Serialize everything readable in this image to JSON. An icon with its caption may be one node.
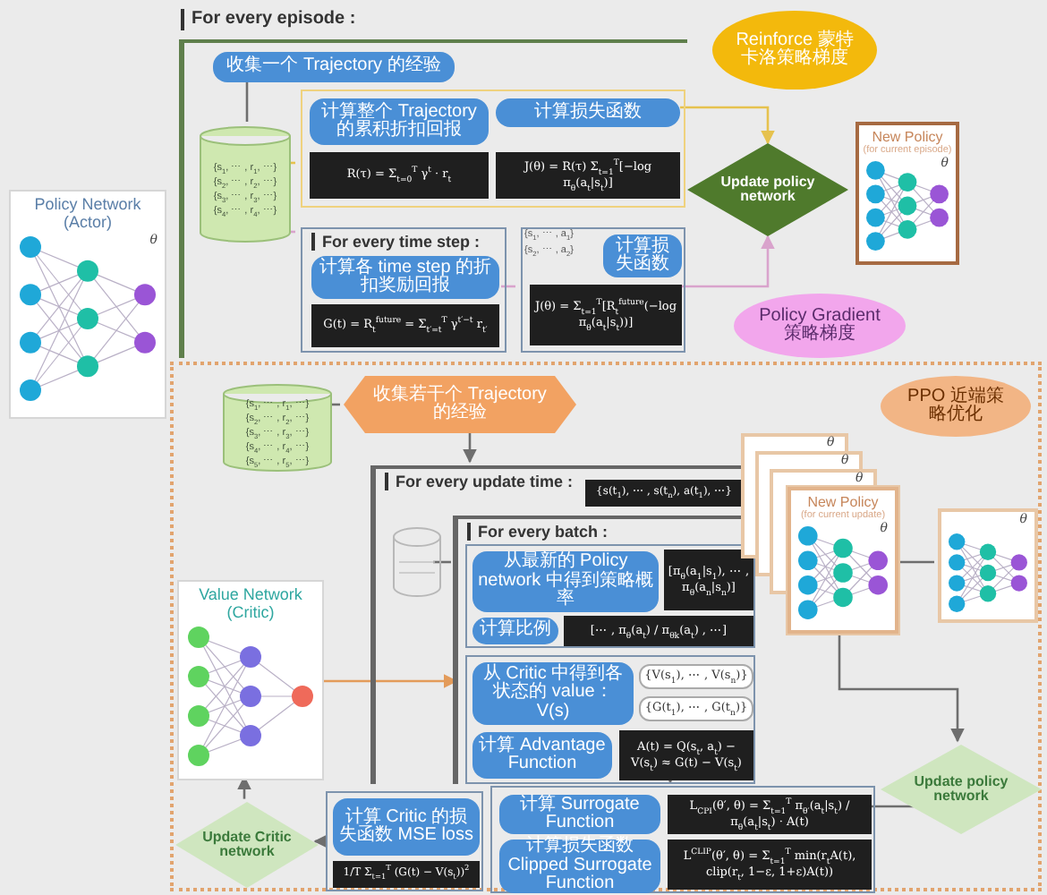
{
  "diagram": {
    "nodes": [
      {
        "text": [
          "For every episode :"
        ]
      },
      {
        "text": [
          "收集一个 Trajectory 的经验"
        ],
        "in": 0
      },
      {
        "text": [
          "{s$_{1}$, ⋯ , r$_{1}$, ⋯}",
          "{s$_{2}$, ⋯ , r$_{2}$, ⋯}",
          "{s$_{3}$, ⋯ , r$_{3}$, ⋯}",
          "{s$_{4}$, ⋯ , r$_{4}$, ⋯}"
        ],
        "in": 0
      },
      {
        "text": [],
        "shape": "box",
        "in": 0
      },
      {
        "text": [
          "计算整个 Trajectory 的累积折扣回报"
        ],
        "in": 3
      },
      {
        "text": [
          "R(τ) = Σ$_{t=0}$$^{T}$ γ$^{t}$ · r$_{t}$"
        ],
        "in": 3
      },
      {
        "text": [
          "计算损失函数"
        ],
        "in": 3
      },
      {
        "text": [
          "J(θ) = R(τ) Σ$_{t=1}$$^{T}$[−log π$_{θ}$(a$_{t}$|s$_{t}$)]"
        ],
        "in": 3
      },
      {
        "text": [
          "Update policy network"
        ]
      },
      {
        "text": [
          "Reinforce 蒙特卡洛策略梯度"
        ]
      },
      {
        "text": [
          "New Policy",
          "(for current episode)",
          "θ"
        ]
      },
      {
        "text": [
          "For every time step :"
        ],
        "in": 0
      },
      {
        "text": [
          "计算各 time step 的折扣奖励回报"
        ],
        "in": 11
      },
      {
        "text": [
          "G(t) = R$_{t}$$^{future}$ = Σ$_{t′=t}$$^{T}$ γ$^{t′−t}$ r$_{t′}$"
        ],
        "in": 11
      },
      {
        "text": [],
        "shape": "box",
        "in": 0
      },
      {
        "text": [
          "计算损失函数"
        ],
        "in": 14
      },
      {
        "text": [
          "J(θ) = Σ$_{t=1}$$^{T}$[R$_{t}$$^{future}$(−log π$_{θ}$(a$_{t}$|s$_{t}$))]"
        ],
        "in": 14
      },
      {
        "text": [
          "Policy Gradient 策略梯度"
        ]
      },
      {
        "text": [
          "Policy Network (Actor)",
          "θ"
        ]
      },
      {
        "text": [],
        "shape": "box"
      },
      {
        "text": [
          "PPO 近端策略优化"
        ],
        "in": 19
      },
      {
        "text": [
          "{s$_{1}$, ⋯ , r$_{1}$, ⋯}",
          "{s$_{2}$, ⋯ , r$_{2}$, ⋯}",
          "{s$_{3}$, ⋯ , r$_{3}$, ⋯}",
          "{s$_{4}$, ⋯ , r$_{4}$, ⋯}",
          "{s$_{5}$, ⋯ , r$_{5}$, ⋯}"
        ],
        "in": 19
      },
      {
        "text": [
          "收集若干个 Trajectory 的经验"
        ],
        "in": 19
      },
      {
        "text": [
          "For every update time :"
        ],
        "in": 19
      },
      {
        "text": [],
        "shape": "cylinder",
        "in": 23
      },
      {
        "text": [
          "{s(t$_{1}$), ⋯ , s(t$_{n}$), a(t$_{1}$), ⋯}"
        ],
        "in": 23
      },
      {
        "text": [
          "For every batch :"
        ],
        "in": 23
      },
      {
        "text": [],
        "shape": "box",
        "in": 26
      },
      {
        "text": [
          "从最新的 Policy network 中得到策略概率"
        ],
        "in": 27
      },
      {
        "text": [
          "[π$_{θ}$(a$_{1}$|s$_{1}$), ⋯ , π$_{θ}$(a$_{n}$|s$_{n}$)]"
        ],
        "in": 27
      },
      {
        "text": [
          "计算比例"
        ],
        "in": 27
      },
      {
        "text": [
          "[⋯ , π$_{θ}$(a$_{t}$) / π$_{θk}$(a$_{t}$) , ⋯]"
        ],
        "in": 27
      },
      {
        "text": [],
        "shape": "box",
        "in": 26
      },
      {
        "text": [
          "从 Critic 中得到各状态的 value：V(s)"
        ],
        "in": 32
      },
      {
        "text": [
          "{V(s$_{1}$), ⋯ , V(s$_{n}$)}"
        ],
        "in": 32
      },
      {
        "text": [
          "{G(t$_{1}$), ⋯ , G(t$_{n}$)}"
        ],
        "in": 32
      },
      {
        "text": [
          "计算 Advantage Function"
        ],
        "in": 32
      },
      {
        "text": [
          "A(t) = Q(s$_{t}$, a$_{t}$) − V(s$_{t}$) ≈ G(t) − V(s$_{t}$)"
        ],
        "in": 32
      },
      {
        "text": [],
        "shape": "box",
        "in": 19
      },
      {
        "text": [
          "计算 Surrogate Function"
        ],
        "in": 38
      },
      {
        "text": [
          "L$_{CPI}$(θ′, θ) = Σ$_{t=1}$$^{T}$ π$_{θ′}$(a$_{t}$|s$_{t}$) / π$_{θ}$(a$_{t}$|s$_{t}$) · A(t)"
        ],
        "in": 38
      },
      {
        "text": [
          "计算损失函数 Clipped Surrogate Function"
        ],
        "in": 38
      },
      {
        "text": [
          "L$^{CLIP}$(θ′, θ) = Σ$_{t=1}$$^{T}$ min(r$_{t}$A(t), clip(r$_{t}$, 1−ε, 1+ε)A(t))"
        ],
        "in": 38
      },
      {
        "text": [],
        "shape": "box",
        "in": 19
      },
      {
        "text": [
          "计算 Critic 的损失函数 MSE loss"
        ],
        "in": 43
      },
      {
        "text": [
          "1/T Σ$_{t=1}$$^{T}$ (G(t) − V(s$_{t}$))$^{2}$"
        ],
        "in": 43
      },
      {
        "text": [
          "Value Network (Critic)"
        ],
        "in": 19
      },
      {
        "text": [
          "Update Critic network"
        ],
        "in": 19
      },
      {
        "text": [
          "θ",
          "θ",
          "θ"
        ],
        "in": 19
      },
      {
        "text": [
          "New Policy",
          "(for current update)",
          "θ"
        ],
        "in": 48
      },
      {
        "text": [
          "θ"
        ],
        "in": 19
      },
      {
        "text": [
          "Update policy network"
        ],
        "in": 19
      }
    ],
    "edges": [
      {
        "from": 1,
        "to": 2,
        "arrow": "none"
      },
      {
        "from": 2,
        "to": 3,
        "arrow": "none",
        "color": "#e6c24e"
      },
      {
        "from": 2,
        "to": 11,
        "arrow": "none",
        "color": "#d9a3cc"
      },
      {
        "from": 3,
        "to": 8,
        "arrow": "to",
        "color": "#e6c24e"
      },
      {
        "from": 14,
        "to": 8,
        "arrow": "to",
        "color": "#d9a3cc"
      },
      {
        "from": 11,
        "to": 14,
        "arrow": "none",
        "color": "#d9a3cc"
      },
      {
        "from": 21,
        "to": 22,
        "arrow": "none"
      },
      {
        "from": 22,
        "to": 23,
        "arrow": "to"
      },
      {
        "from": 46,
        "to": 33,
        "arrow": "to",
        "color": "#e39b5a"
      },
      {
        "from": 24,
        "to": 27,
        "arrow": "none"
      },
      {
        "from": 49,
        "to": 50,
        "arrow": "none"
      },
      {
        "from": 49,
        "to": 51,
        "arrow": "to"
      },
      {
        "from": 37,
        "to": 38,
        "arrow": "to"
      },
      {
        "from": 47,
        "to": 46,
        "arrow": "to"
      },
      {
        "from": 43,
        "to": 47,
        "arrow": "to"
      },
      {
        "from": 38,
        "to": 51,
        "arrow": "none"
      }
    ],
    "labels": [
      "{s$_{1}$, ⋯ , a$_{1}$}",
      "{s$_{2}$, ⋯ , a$_{2}$}"
    ]
  }
}
